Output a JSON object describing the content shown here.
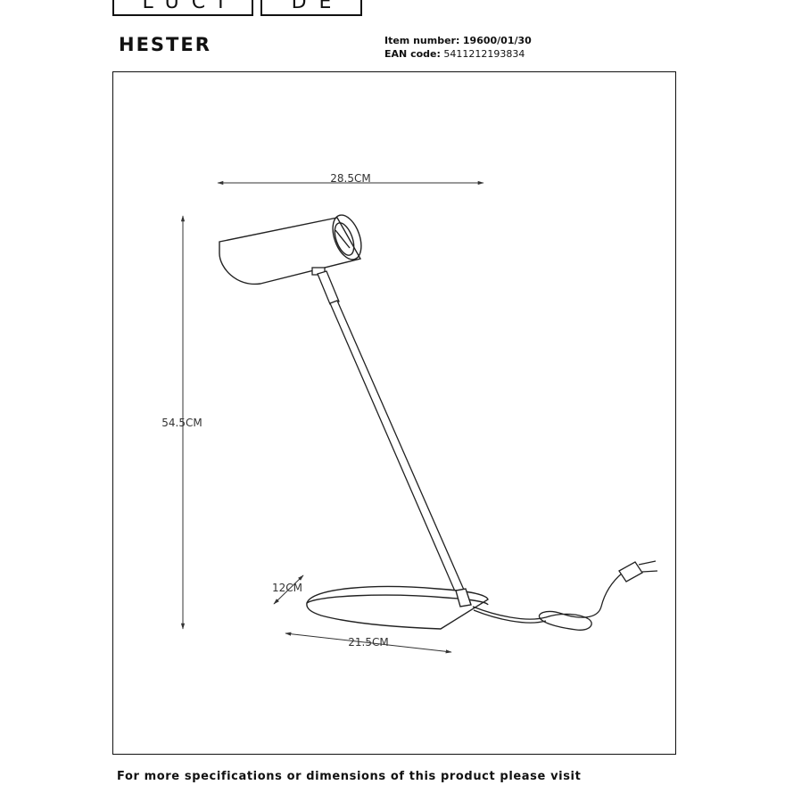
{
  "brand": {
    "logo_left": "LUCI",
    "logo_right": "DE"
  },
  "product": {
    "name": "HESTER",
    "item_label": "Item number:",
    "item_value": "19600/01/30",
    "ean_label": "EAN code:",
    "ean_value": "5411212193834"
  },
  "dimensions": {
    "width": "28.5CM",
    "height": "54.5CM",
    "base_depth": "12CM",
    "base_width": "21.5CM"
  },
  "footer": {
    "text": "For more specifications or dimensions of this product please visit"
  }
}
